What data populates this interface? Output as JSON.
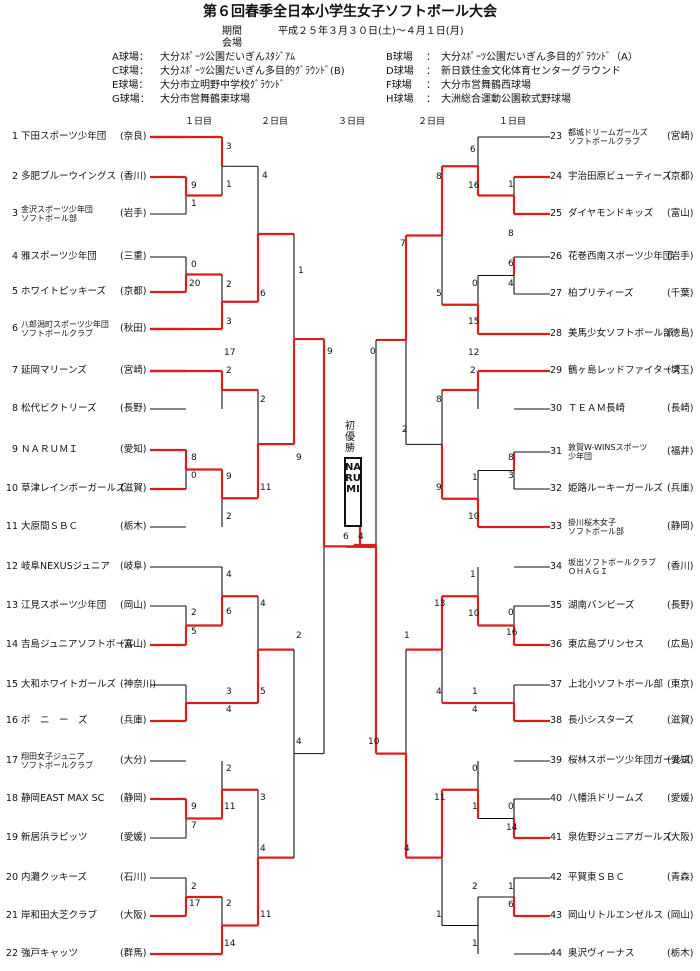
{
  "title": "第６回春季全日本小学生女子ソフトボール大会",
  "period_label": "期間",
  "venue_label": "会場",
  "period_value": "平成２５年３月３０日(土)～４月１日(月)",
  "venues": [
    {
      "label": "A球場：",
      "name": "大分ｽﾎﾟｰﾂ公園だいぎんｽﾀｼﾞｱﾑ"
    },
    {
      "label": "B球場",
      "name": "：　大分ｽﾎﾟｰﾂ公園だいぎん多目的ｸﾞﾗｳﾝﾄﾞ（A）"
    },
    {
      "label": "C球場：",
      "name": "大分ｽﾎﾟｰﾂ公園だいぎん多目的ｸﾞﾗｳﾝﾄﾞ(B)"
    },
    {
      "label": "D球場",
      "name": "：　新日鉄住金文化体育センターグラウンド"
    },
    {
      "label": "E球場：",
      "name": "大分市立明野中学校ｸﾞﾗｳﾝﾄﾞ"
    },
    {
      "label": "F球場",
      "name": "：　大分市営舞鶴西球場"
    },
    {
      "label": "G球場：",
      "name": "大分市営舞鶴東球場"
    },
    {
      "label": "H球場",
      "name": "：　大洲総合運動公園軟式野球場"
    }
  ],
  "round_headers": {
    "left": [
      "１日目",
      "２日目",
      "３日目"
    ],
    "right": [
      "２日目",
      "１日目"
    ]
  },
  "champion_label": "初\n優\n勝",
  "champion_name": "NARUMI",
  "left_teams": [
    {
      "no": "1",
      "name": "下田スポーツ少年団",
      "pref": "(奈良)"
    },
    {
      "no": "2",
      "name": "多肥ブルーウイングス",
      "pref": "(香川)"
    },
    {
      "no": "3",
      "name": "金沢スポーツ少年団\nソフトボール部",
      "pref": "(岩手)"
    },
    {
      "no": "4",
      "name": "雅スポーツ少年団",
      "pref": "(三重)"
    },
    {
      "no": "5",
      "name": "ホワイトピッキーズ",
      "pref": "(京都)"
    },
    {
      "no": "6",
      "name": "八郎潟町スポーツ少年団\nソフトボールクラブ",
      "pref": "(秋田)"
    },
    {
      "no": "7",
      "name": "延岡マリーンズ",
      "pref": "(宮崎)"
    },
    {
      "no": "8",
      "name": "松代ビクトリーズ",
      "pref": "(長野)"
    },
    {
      "no": "9",
      "name": "ＮＡＲＵＭＩ",
      "pref": "(愛知)"
    },
    {
      "no": "10",
      "name": "草津レインボーガールズ",
      "pref": "(滋賀)"
    },
    {
      "no": "11",
      "name": "大原間ＳＢＣ",
      "pref": "(栃木)"
    },
    {
      "no": "12",
      "name": "岐阜NEXUSジュニア",
      "pref": "(岐阜)"
    },
    {
      "no": "13",
      "name": "江見スポーツ少年団",
      "pref": "(岡山)"
    },
    {
      "no": "14",
      "name": "吉島ジュニアソフトボール",
      "pref": "(富山)"
    },
    {
      "no": "15",
      "name": "大和ホワイトガールズ",
      "pref": "(神奈川)"
    },
    {
      "no": "16",
      "name": "ポ　ニ　ー　ズ",
      "pref": "(兵庫)"
    },
    {
      "no": "17",
      "name": "翔田女子ジュニア\nソフトボールクラブ",
      "pref": "(大分)"
    },
    {
      "no": "18",
      "name": "静岡EAST MAX SC",
      "pref": "(静岡)"
    },
    {
      "no": "19",
      "name": "新居浜ラピッツ",
      "pref": "(愛媛)"
    },
    {
      "no": "20",
      "name": "内灘クッキーズ",
      "pref": "(石川)"
    },
    {
      "no": "21",
      "name": "岸和田大芝クラブ",
      "pref": "(大阪)"
    },
    {
      "no": "22",
      "name": "強戸キャッツ",
      "pref": "(群馬)"
    }
  ],
  "right_teams": [
    {
      "no": "23",
      "name": "都城ドリームガールズ\nソフトボールクラブ",
      "pref": "(宮崎)"
    },
    {
      "no": "24",
      "name": "宇治田原ビューティーズ",
      "pref": "(京都)"
    },
    {
      "no": "25",
      "name": "ダイヤモンドキッズ",
      "pref": "(富山)"
    },
    {
      "no": "26",
      "name": "花巻西南スポーツ少年団",
      "pref": "(岩手)"
    },
    {
      "no": "27",
      "name": "柏プリティーズ",
      "pref": "(千葉)"
    },
    {
      "no": "28",
      "name": "美馬少女ソフトボール部",
      "pref": "(徳島)"
    },
    {
      "no": "29",
      "name": "鶴ヶ島レッドファイターズ",
      "pref": "(埼玉)"
    },
    {
      "no": "30",
      "name": "ＴＥＡＭ長崎",
      "pref": "(長崎)"
    },
    {
      "no": "31",
      "name": "敦賀W-WINSスポーツ\n少年団",
      "pref": "(福井)"
    },
    {
      "no": "32",
      "name": "姫路ルーキーガールズ",
      "pref": "(兵庫)"
    },
    {
      "no": "33",
      "name": "掛川桜木女子\nソフトボール部",
      "pref": "(静岡)"
    },
    {
      "no": "34",
      "name": "坂出ソフトボールクラブ\nＯＨＡＧＩ",
      "pref": "(香川)"
    },
    {
      "no": "35",
      "name": "湖南バンビーズ",
      "pref": "(長野)"
    },
    {
      "no": "36",
      "name": "東広島プリンセス",
      "pref": "(広島)"
    },
    {
      "no": "37",
      "name": "上北小ソフトボール部",
      "pref": "(東京)"
    },
    {
      "no": "38",
      "name": "長小シスターズ",
      "pref": "(滋賀)"
    },
    {
      "no": "39",
      "name": "桜林スポーツ少年団ガールズ",
      "pref": "(愛知)"
    },
    {
      "no": "40",
      "name": "八幡浜ドリームズ",
      "pref": "(愛媛)"
    },
    {
      "no": "41",
      "name": "泉佐野ジュニアガールズ",
      "pref": "(大阪)"
    },
    {
      "no": "42",
      "name": "平賀東ＳＢＣ",
      "pref": "(青森)"
    },
    {
      "no": "43",
      "name": "岡山リトルエンゼルス",
      "pref": "(岡山)"
    },
    {
      "no": "44",
      "name": "奥沢ヴィーナス",
      "pref": "(栃木)"
    }
  ],
  "scores": {
    "l_1_vs_23": [
      "3",
      "1"
    ],
    "l_2v3": [
      "9",
      "1"
    ],
    "l_r2a": [
      "4"
    ],
    "l_4v5": [
      "0",
      "20"
    ],
    "l_45v6": [
      "2",
      "3"
    ],
    "l_r2b": [
      "6"
    ],
    "l_r3a": [
      "1"
    ],
    "l_7v8": [
      "17",
      "2"
    ],
    "l_9v10": [
      "8",
      "0"
    ],
    "l_910v11": [
      "9",
      "2"
    ],
    "l_r2c": [
      "2",
      "11"
    ],
    "l_r3b": [
      "9"
    ],
    "l_qf_top": [
      "9"
    ],
    "l_12": [
      "4"
    ],
    "l_13v14": [
      "2",
      "5"
    ],
    "l_1314": [
      "6"
    ],
    "l_15v16": [
      "3",
      "4"
    ],
    "l_r2d": [
      "4",
      "5"
    ],
    "l_r3c": [
      "2"
    ],
    "l_17": [
      "2"
    ],
    "l_18v19": [
      "9",
      "7"
    ],
    "l_1819": [
      "11"
    ],
    "l_20v21": [
      "2",
      "17"
    ],
    "l_2021": [
      "2"
    ],
    "l_22": [
      "14"
    ],
    "l_r2e": [
      "3",
      "4",
      "11"
    ],
    "l_r3d": [
      "4"
    ],
    "final_left": [
      "6"
    ],
    "final_right": [
      "4"
    ],
    "r_23": [
      "6"
    ],
    "r_24v25": [
      "1",
      "8"
    ],
    "r_2425": [
      "16"
    ],
    "r_26v27": [
      "6",
      "4"
    ],
    "r_2627": [
      "0"
    ],
    "r_28": [
      "15"
    ],
    "r_r2a": [
      "8",
      "5"
    ],
    "r_r3a": [
      "7"
    ],
    "r_29v30": [
      "12",
      "2"
    ],
    "r_31v32": [
      "8",
      "3"
    ],
    "r_3132": [
      "1"
    ],
    "r_33": [
      "10"
    ],
    "r_r2b": [
      "8",
      "9"
    ],
    "r_r3b": [
      "2"
    ],
    "r_qf_top": [
      "0"
    ],
    "r_34": [
      "1"
    ],
    "r_35v36": [
      "0",
      "16"
    ],
    "r_3536": [
      "10"
    ],
    "r_37v38": [
      "1",
      "4"
    ],
    "r_r2c": [
      "13",
      "4"
    ],
    "r_r3c": [
      "1"
    ],
    "r_39": [
      "0"
    ],
    "r_40v41": [
      "0",
      "14"
    ],
    "r_4041": [
      "1"
    ],
    "r_42v43": [
      "1",
      "6"
    ],
    "r_4243": [
      "2"
    ],
    "r_44": [
      "1"
    ],
    "r_r2d": [
      "11",
      "1"
    ],
    "r_r3d": [
      "4"
    ],
    "r_qf_bottom": [
      "10"
    ]
  }
}
